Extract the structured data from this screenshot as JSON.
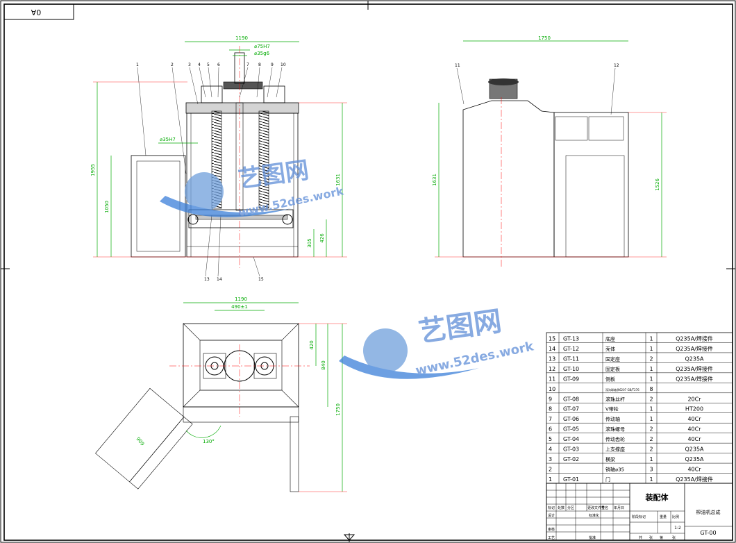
{
  "sheet": {
    "stamp": "0A"
  },
  "front_view": {
    "dims": {
      "width_top": "1190",
      "bore_75": "⌀75H7",
      "shaft_35g6": "⌀35g6",
      "bore_35": "⌀35H7",
      "h_1955": "1955",
      "h_1050": "1050",
      "h_1631": "1631",
      "h_426": "426",
      "h_305": "305"
    },
    "balloons": [
      "1",
      "2",
      "3",
      "4",
      "5",
      "6",
      "7",
      "8",
      "9",
      "10"
    ],
    "balloons_bottom": [
      "13",
      "14",
      "15"
    ]
  },
  "side_view": {
    "dims": {
      "width_top": "1750",
      "h_1631": "1631",
      "h_1526": "1526"
    },
    "balloons": [
      "11",
      "12"
    ]
  },
  "plan_view": {
    "dims": {
      "width": "1190",
      "spacing": "490±1",
      "v_420": "420",
      "v_840": "840",
      "v_1750": "1750",
      "door": "909",
      "angle": "130°"
    }
  },
  "watermark": {
    "brand": "艺图网",
    "url": "www.52des.work"
  },
  "bom": {
    "rows": [
      {
        "no": "15",
        "code": "GT-13",
        "name": "底座",
        "qty": "1",
        "mat": "Q235A/焊接件"
      },
      {
        "no": "14",
        "code": "GT-12",
        "name": "壳体",
        "qty": "1",
        "mat": "Q235A/焊接件"
      },
      {
        "no": "13",
        "code": "GT-11",
        "name": "固定座",
        "qty": "2",
        "mat": "Q235A"
      },
      {
        "no": "12",
        "code": "GT-10",
        "name": "固定板",
        "qty": "1",
        "mat": "Q235A/焊接件"
      },
      {
        "no": "11",
        "code": "GT-09",
        "name": "侧板",
        "qty": "1",
        "mat": "Q235A/焊接件"
      },
      {
        "no": "10",
        "code": "",
        "name": "深沟球轴承6207 GB/T276",
        "qty": "8",
        "mat": ""
      },
      {
        "no": "9",
        "code": "GT-08",
        "name": "滚珠丝杆",
        "qty": "2",
        "mat": "20Cr"
      },
      {
        "no": "8",
        "code": "GT-07",
        "name": "V带轮",
        "qty": "1",
        "mat": "HT200"
      },
      {
        "no": "7",
        "code": "GT-06",
        "name": "传动轴",
        "qty": "1",
        "mat": "40Cr"
      },
      {
        "no": "6",
        "code": "GT-05",
        "name": "滚珠螺母",
        "qty": "2",
        "mat": "40Cr"
      },
      {
        "no": "5",
        "code": "GT-04",
        "name": "传动齿轮",
        "qty": "2",
        "mat": "40Cr"
      },
      {
        "no": "4",
        "code": "GT-03",
        "name": "上支撑座",
        "qty": "2",
        "mat": "Q235A"
      },
      {
        "no": "3",
        "code": "GT-02",
        "name": "横梁",
        "qty": "1",
        "mat": "Q235A"
      },
      {
        "no": "2",
        "code": "",
        "name": "销轴⌀35",
        "qty": "3",
        "mat": "40Cr"
      },
      {
        "no": "1",
        "code": "GT-01",
        "name": "门",
        "qty": "1",
        "mat": "Q235A/焊接件"
      }
    ]
  },
  "title_block": {
    "drawing_name": "装配体",
    "project": "榨油机总成",
    "drawing_no": "GT-00",
    "scale": "1:2",
    "row_labels": [
      "标记",
      "处数",
      "分区",
      "更改文件号",
      "签名",
      "年月日"
    ],
    "lower_labels": [
      "设计",
      "标准化",
      "审核",
      "工艺",
      "批准"
    ],
    "stage_labels": [
      "阶段标记",
      "重量",
      "比例"
    ],
    "sheet_labels": [
      "共",
      "张",
      "第",
      "张"
    ]
  }
}
